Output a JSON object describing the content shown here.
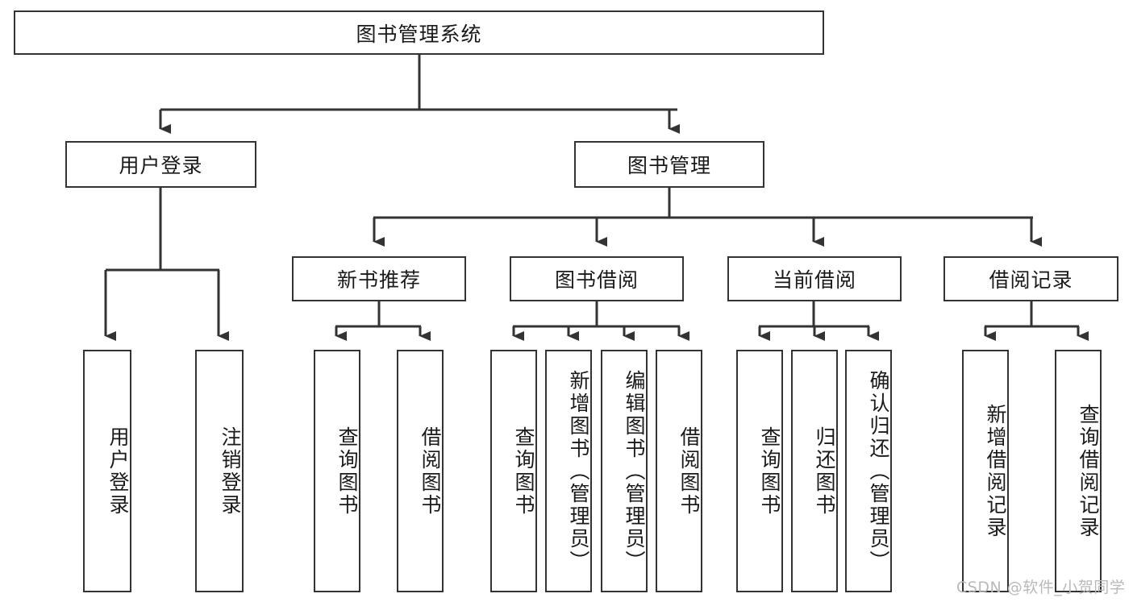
{
  "diagram": {
    "title": "图书管理系统",
    "type": "hierarchy-tree",
    "root": {
      "label": "图书管理系统"
    },
    "level2": [
      {
        "label": "用户登录"
      },
      {
        "label": "图书管理"
      }
    ],
    "level3": [
      {
        "label": "新书推荐"
      },
      {
        "label": "图书借阅"
      },
      {
        "label": "当前借阅"
      },
      {
        "label": "借阅记录"
      }
    ],
    "leaves": {
      "user_login": [
        {
          "label": "用户登录"
        },
        {
          "label": "注销登录"
        }
      ],
      "new_book_recommend": [
        {
          "label": "查询图书"
        },
        {
          "label": "借阅图书"
        }
      ],
      "book_borrow": [
        {
          "label": "查询图书"
        },
        {
          "label": "新增图书（管理员）"
        },
        {
          "label": "编辑图书（管理员）"
        },
        {
          "label": "借阅图书"
        }
      ],
      "current_borrow": [
        {
          "label": "查询图书"
        },
        {
          "label": "归还图书"
        },
        {
          "label": "确认归还（管理员）"
        }
      ],
      "borrow_record": [
        {
          "label": "新增借阅记录"
        },
        {
          "label": "查询借阅记录"
        }
      ]
    }
  },
  "watermark": {
    "text": "CSDN @软件_小贺同学"
  },
  "colors": {
    "stroke": "#333333",
    "background": "#ffffff",
    "text": "#1a1a1a",
    "watermark": "#b9b9b9"
  }
}
